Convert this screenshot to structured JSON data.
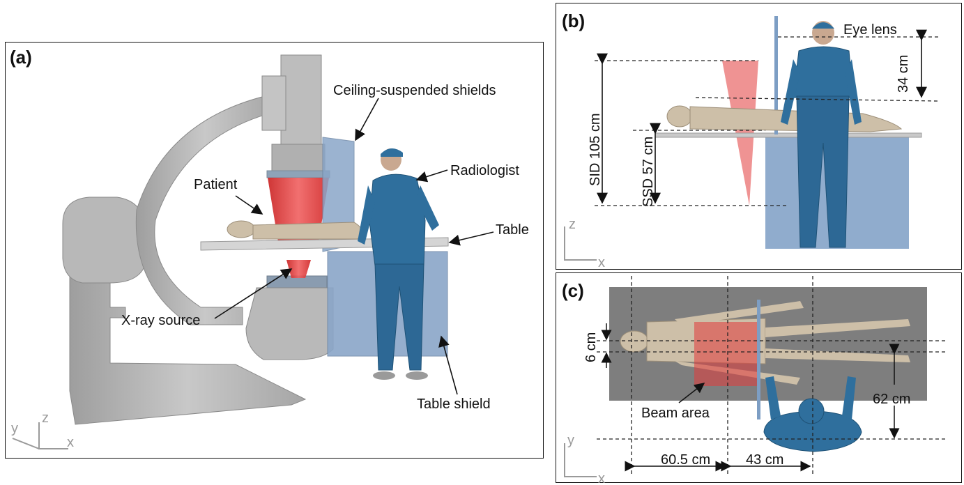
{
  "panels": {
    "a": {
      "label": "(a)",
      "callouts": {
        "ceiling_shields": "Ceiling-suspended shields",
        "radiologist": "Radiologist",
        "patient": "Patient",
        "table": "Table",
        "xray_source": "X-ray source",
        "table_shield": "Table shield"
      },
      "axes": {
        "y": "y",
        "z": "z",
        "x": "x"
      }
    },
    "b": {
      "label": "(b)",
      "callouts": {
        "eye_lens": "Eye lens"
      },
      "dimensions": {
        "sid": "SID 105 cm",
        "ssd": "SSD 57 cm",
        "eye_height": "34 cm"
      },
      "axes": {
        "z": "z",
        "x": "x"
      }
    },
    "c": {
      "label": "(c)",
      "callouts": {
        "beam_area": "Beam area"
      },
      "dimensions": {
        "offset_y": "6 cm",
        "distance_y": "62 cm",
        "distance_x1": "60.5 cm",
        "distance_x2": "43 cm"
      },
      "axes": {
        "y": "y",
        "x": "x"
      }
    }
  },
  "colors": {
    "gantry": "#b4b4b4",
    "beam": "#e23a3a",
    "shield": "#8aa6c8",
    "scrubs": "#2f6f9d",
    "skin": "#cdbfa8",
    "table_top": "#d5d5d5",
    "table_area": "#7e7e7e"
  }
}
